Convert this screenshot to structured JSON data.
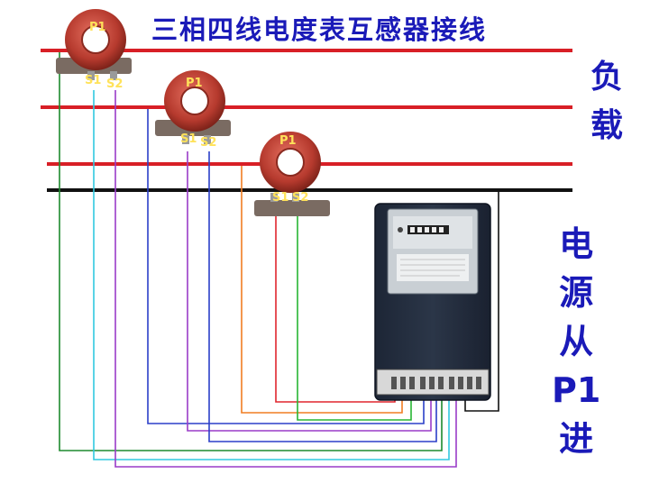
{
  "diagram": {
    "title": "三相四线电度表互感器接线",
    "load_label": [
      "负",
      "载"
    ],
    "supply_label": [
      "电",
      "源",
      "从",
      "P1",
      "进"
    ],
    "ct_labels": {
      "p1": "P1",
      "s1": "S1",
      "s2": "S2"
    },
    "colors": {
      "phase_line": "#d81f26",
      "neutral_line": "#111111",
      "text": "#1a1ab8",
      "ct_core": "#c84a3c",
      "wire_green": "#1e8a2e",
      "wire_cyan": "#31c8e0",
      "wire_violet": "#9a3cc8",
      "wire_blue": "#2b3fc8",
      "wire_orange": "#f07d22",
      "wire_red": "#e0262e",
      "wire_lime": "#27b534",
      "wire_black": "#111111"
    }
  }
}
